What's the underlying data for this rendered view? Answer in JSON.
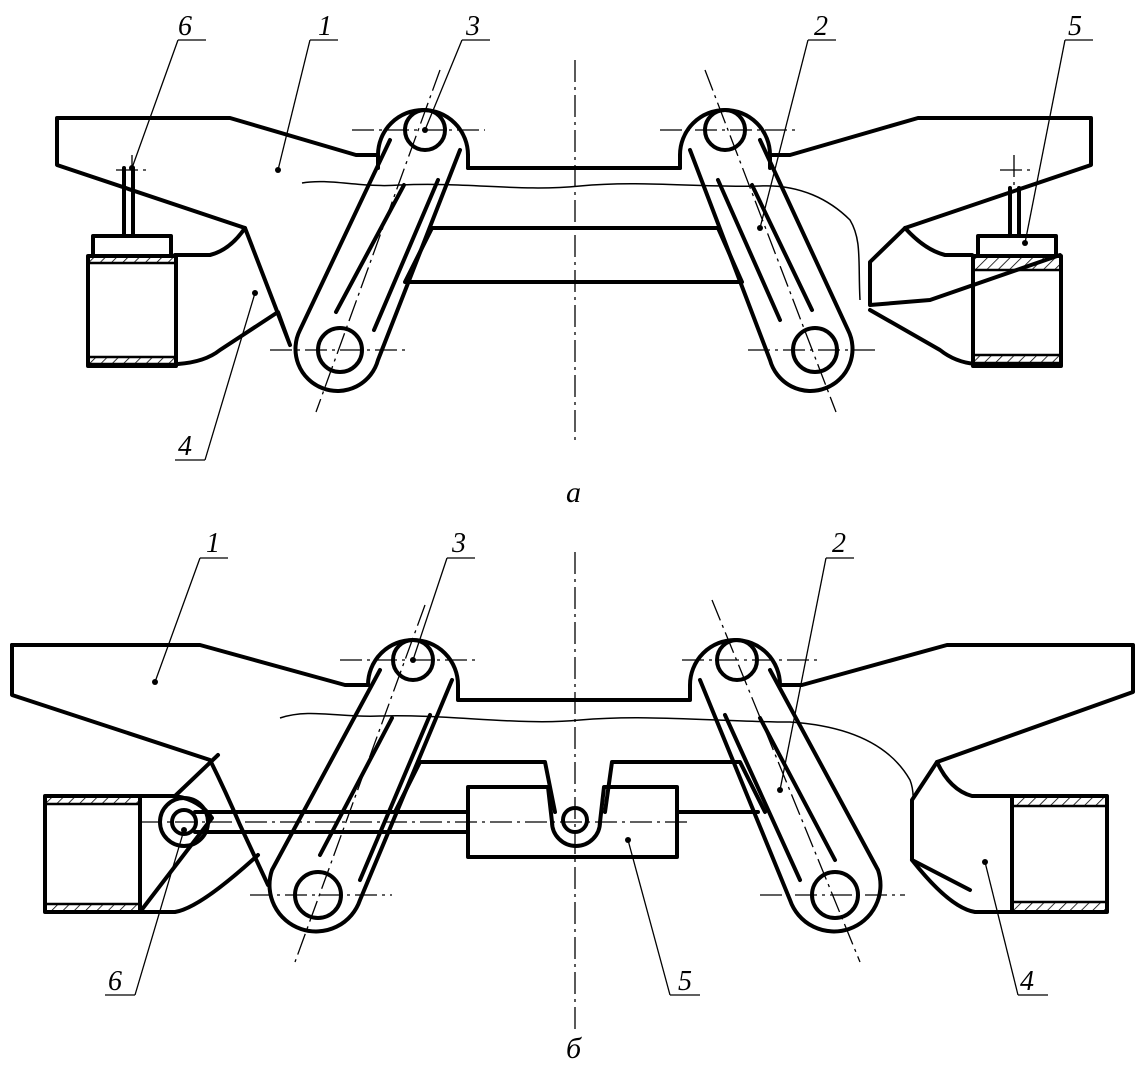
{
  "figure_a": {
    "caption": "а",
    "labels": {
      "l1": "1",
      "l2": "2",
      "l3": "3",
      "l4": "4",
      "l5": "5",
      "l6": "6"
    }
  },
  "figure_b": {
    "caption": "б",
    "labels": {
      "l1": "1",
      "l2": "2",
      "l3": "3",
      "l4": "4",
      "l5": "5",
      "l6": "6"
    }
  }
}
